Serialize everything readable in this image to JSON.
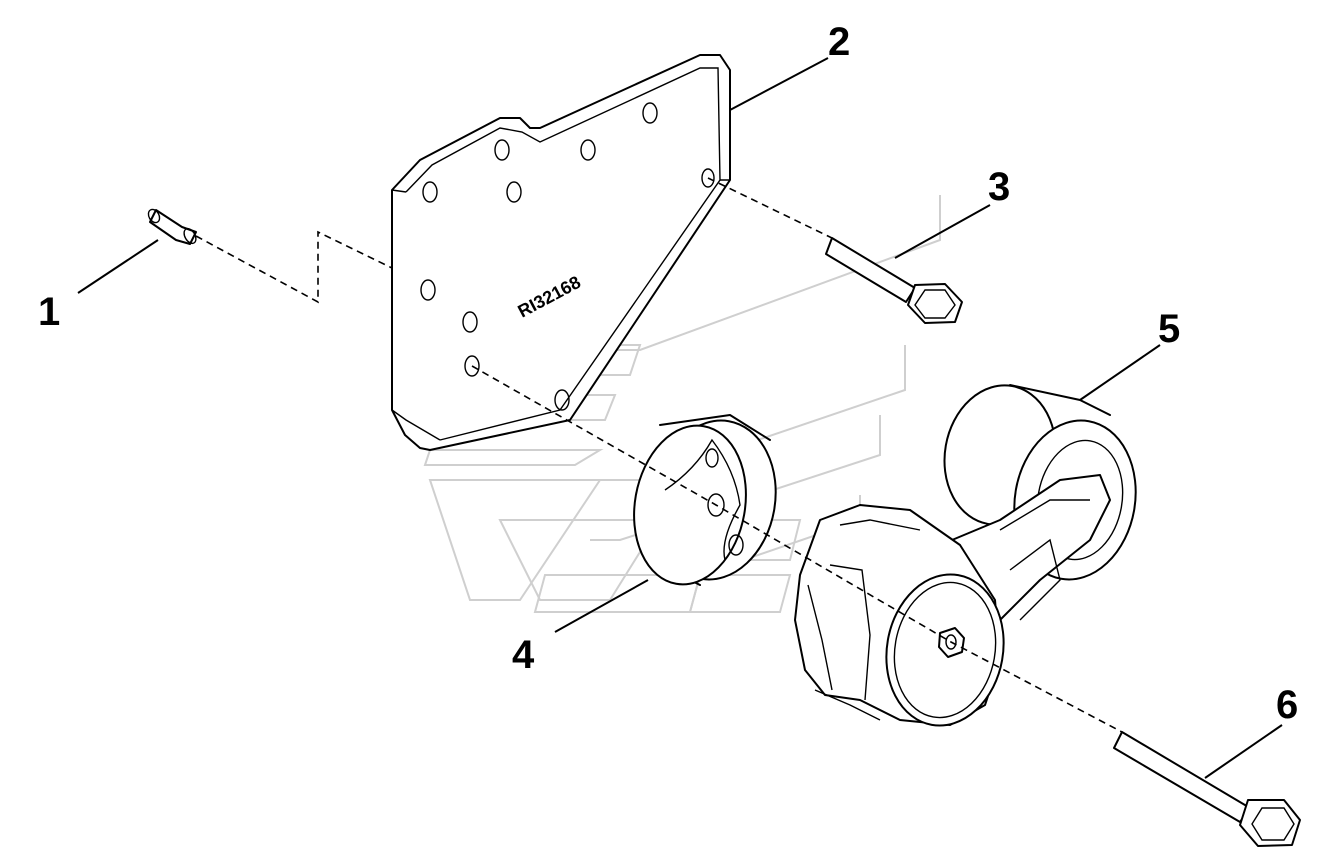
{
  "callouts": [
    "1",
    "2",
    "3",
    "4",
    "5",
    "6"
  ],
  "part_code": "RI32168"
}
